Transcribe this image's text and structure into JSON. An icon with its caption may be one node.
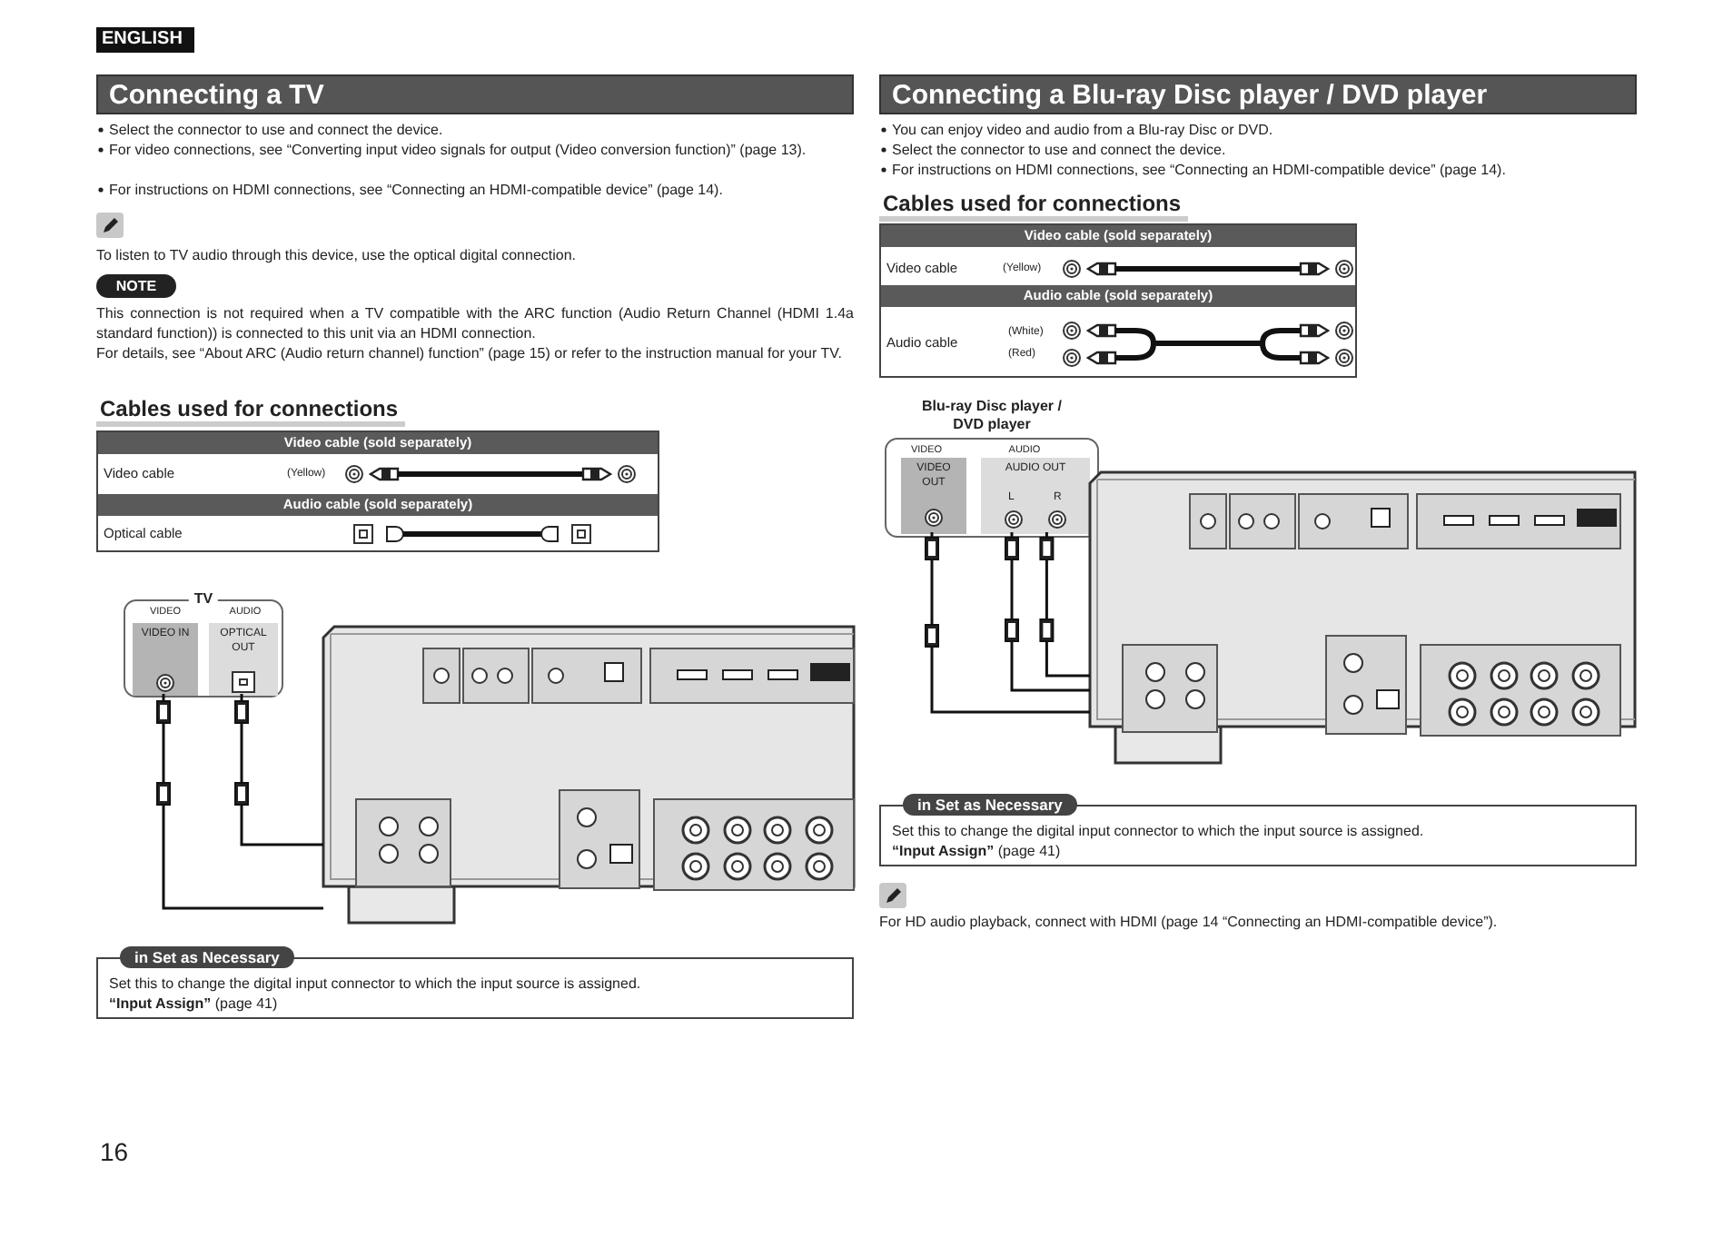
{
  "diagram": {
    "nodes": [
      {
        "text": [
          "TV",
          "VIDEO",
          "AUDIO"
        ]
      },
      {
        "text": [
          "VIDEO IN"
        ],
        "in": 0
      },
      {
        "text": [
          "OPTICAL OUT"
        ],
        "in": 0
      },
      {
        "text": [],
        "shape": "picture"
      },
      {
        "text": [
          "in Set as Necessary",
          "Set this to change the digital input connector to which the input source is assigned.",
          "**“Input Assign”** (page 41)"
        ]
      },
      {
        "text": [
          "Blu-ray Disc player / DVD player",
          "VIDEO",
          "AUDIO"
        ]
      },
      {
        "text": [
          "VIDEO OUT"
        ],
        "in": 5
      },
      {
        "text": [
          "AUDIO OUT",
          "L",
          "R"
        ],
        "in": 5
      },
      {
        "text": [],
        "shape": "picture"
      },
      {
        "text": [
          "in Set as Necessary",
          "Set this to change the digital input connector to which the input source is assigned.",
          "**“Input Assign”** (page 41)"
        ]
      }
    ],
    "edges": [
      {
        "from": 1,
        "to": 3,
        "arrow": "other"
      },
      {
        "from": 2,
        "to": 3,
        "arrow": "other"
      },
      {
        "from": 6,
        "to": 8,
        "arrow": "other"
      },
      {
        "from": 7,
        "to": 8,
        "arrow": "other"
      },
      {
        "from": 7,
        "to": 8,
        "arrow": "other"
      }
    ],
    "labels": [
      "ENGLISH",
      "Connecting a TV",
      "Connecting a Blu-ray Disc player / DVD player",
      "Select the connector to use and connect the device.",
      "For video connections, see “Converting input video signals for output (Video conversion function)” (page 13).",
      "For instructions on HDMI connections, see “Connecting an HDMI-compatible device” (page 14).",
      "To listen to TV audio through this device, use the optical digital connection.",
      "NOTE",
      "This connection is not required when a TV compatible with the ARC function (Audio Return Channel (HDMI 1.4a standard function)) is connected to this unit via an HDMI connection.",
      "For details, see “About ARC (Audio return channel) function” (page 15) or refer to the instruction manual for your TV.",
      "Cables used for connections",
      "Video cable (sold separately)",
      "Video cable",
      "(Yellow)",
      "Audio cable (sold separately)",
      "Optical cable",
      "You can enjoy video and audio from a Blu-ray Disc or DVD.",
      "Select the connector to use and connect the device.",
      "For instructions on HDMI connections, see “Connecting an HDMI-compatible device” (page 14).",
      "Cables used for connections",
      "Video cable (sold separately)",
      "Video cable",
      "(Yellow)",
      "Audio cable (sold separately)",
      "Audio cable",
      "(White)",
      "(Red)",
      "For HD audio playback, connect with HDMI (page 14 “Connecting an HDMI-compatible device”).",
      "16"
    ]
  }
}
